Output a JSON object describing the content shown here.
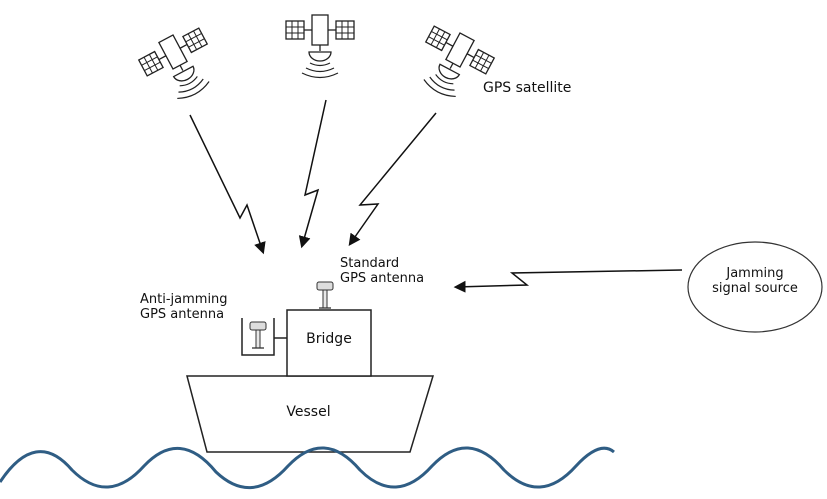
{
  "labels": {
    "gps_satellite": "GPS satellite",
    "standard_antenna_line1": "Standard",
    "standard_antenna_line2": "GPS antenna",
    "anti_jamming_line1": "Anti-jamming",
    "anti_jamming_line2": "GPS antenna",
    "bridge": "Bridge",
    "vessel": "Vessel",
    "jamming_line1": "Jamming",
    "jamming_line2": "signal source"
  },
  "colors": {
    "wave": "#2f5d84",
    "stroke": "#111111",
    "background": "#ffffff"
  },
  "icons": [
    "satellite-icon",
    "gps-antenna-icon",
    "lightning-arrow-icon",
    "ocean-wave"
  ]
}
